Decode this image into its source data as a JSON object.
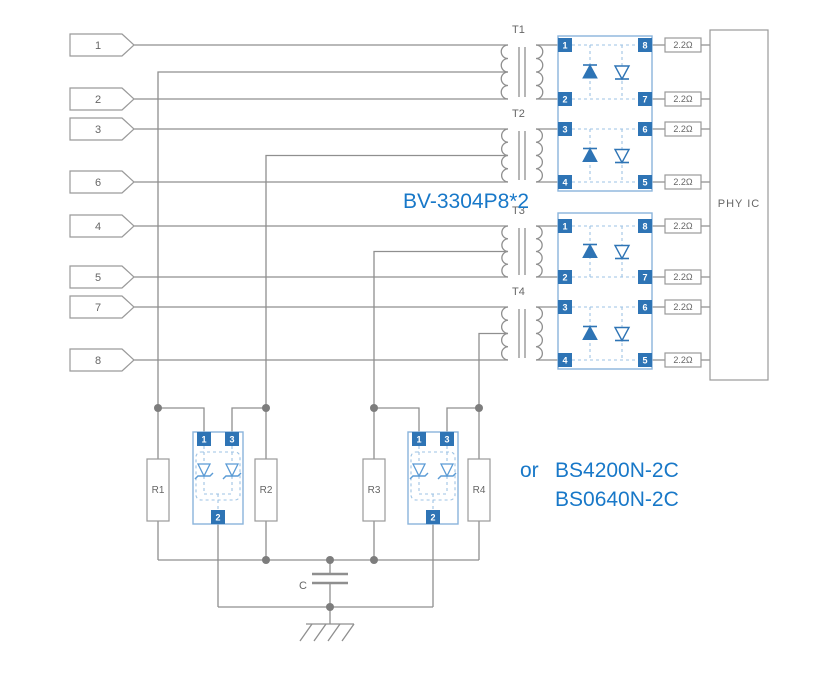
{
  "colors": {
    "label_blue": "#1878c8",
    "component_blue": "#2e74b5",
    "outline_blue": "#8ab4dc",
    "wire_gray": "#8f8f8f",
    "text_gray": "#666666"
  },
  "connector_pins": [
    "1",
    "2",
    "3",
    "6",
    "4",
    "5",
    "7",
    "8"
  ],
  "transformers": [
    "T1",
    "T2",
    "T3",
    "T4"
  ],
  "tvs": {
    "part_label": "BV-3304P8*2",
    "left_pins": [
      "1",
      "2",
      "3",
      "4"
    ],
    "right_pins": [
      "8",
      "7",
      "6",
      "5"
    ]
  },
  "series_resistor_value": "2.2Ω",
  "phy_label": "PHY IC",
  "termination": {
    "resistors": [
      "R1",
      "R2",
      "R3",
      "R4"
    ],
    "device_top_pins": [
      "1",
      "3"
    ],
    "device_bottom_pin": "2",
    "capacitor_label": "C",
    "or_label": "or",
    "device_options": [
      "BS4200N-2C",
      "BS0640N-2C"
    ]
  }
}
